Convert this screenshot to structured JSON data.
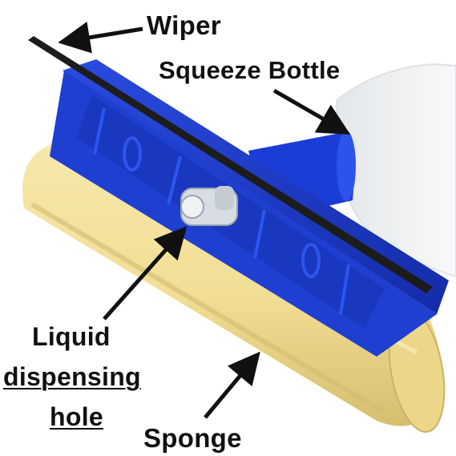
{
  "labels": {
    "wiper": "Wiper",
    "squeeze_bottle": "Squeeze Bottle",
    "liquid_line1": "Liquid",
    "liquid_line2": "dispensing",
    "liquid_line3": "hole",
    "sponge": "Sponge"
  },
  "colors": {
    "background": "#ffffff",
    "sponge": "#f2df96",
    "sponge_shadow": "#dcc476",
    "holder_blue": "#1f3fd0",
    "holder_dark": "#13299a",
    "wiper_blade": "#1c1c1c",
    "bottle": "#f2f4f6",
    "arrow": "#111111",
    "text": "#111111"
  },
  "icons": [
    "arrow-icon"
  ]
}
